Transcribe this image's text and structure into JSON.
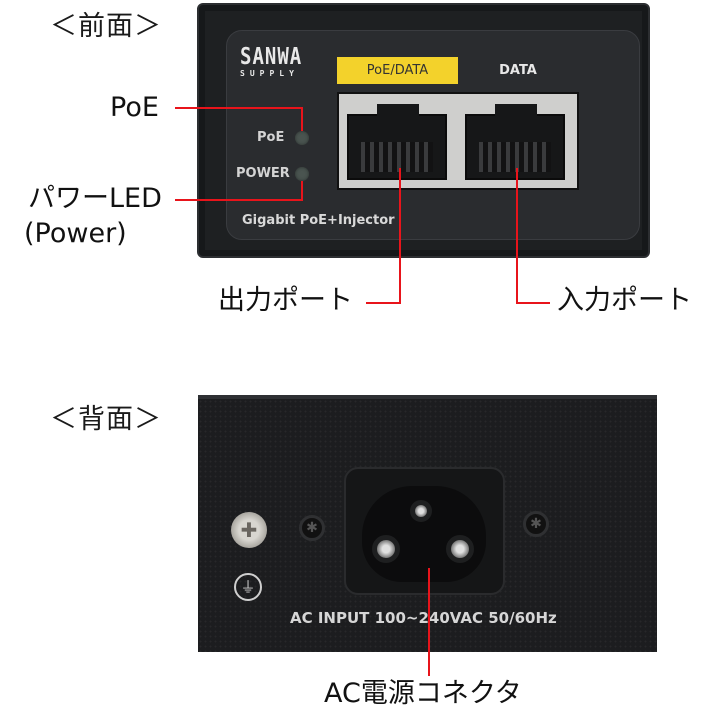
{
  "front": {
    "section_title": "＜前面＞",
    "brand": {
      "name": "SANWA",
      "sub": "SUPPLY"
    },
    "leds": [
      {
        "label": "PoE"
      },
      {
        "label": "POWER"
      }
    ],
    "model_text": "Gigabit PoE+Injector",
    "ports": [
      {
        "label": "PoE/DATA",
        "highlight_color": "#f3d22b"
      },
      {
        "label": "DATA"
      }
    ],
    "callouts": {
      "poe_led": "PoE",
      "power_led_line1": "パワーLED",
      "power_led_line2": "(Power)",
      "output_port": "出力ポート",
      "input_port": "入力ポート"
    }
  },
  "back": {
    "section_title": "＜背面＞",
    "ac_input_text": "AC INPUT 100~240VAC 50/60Hz",
    "ground_symbol": "⏚",
    "callouts": {
      "ac_connector": "AC電源コネクタ"
    }
  },
  "colors": {
    "leader_line": "#e8141b",
    "device_body": "#1e2022",
    "port_label_yellow": "#f3d22b"
  }
}
